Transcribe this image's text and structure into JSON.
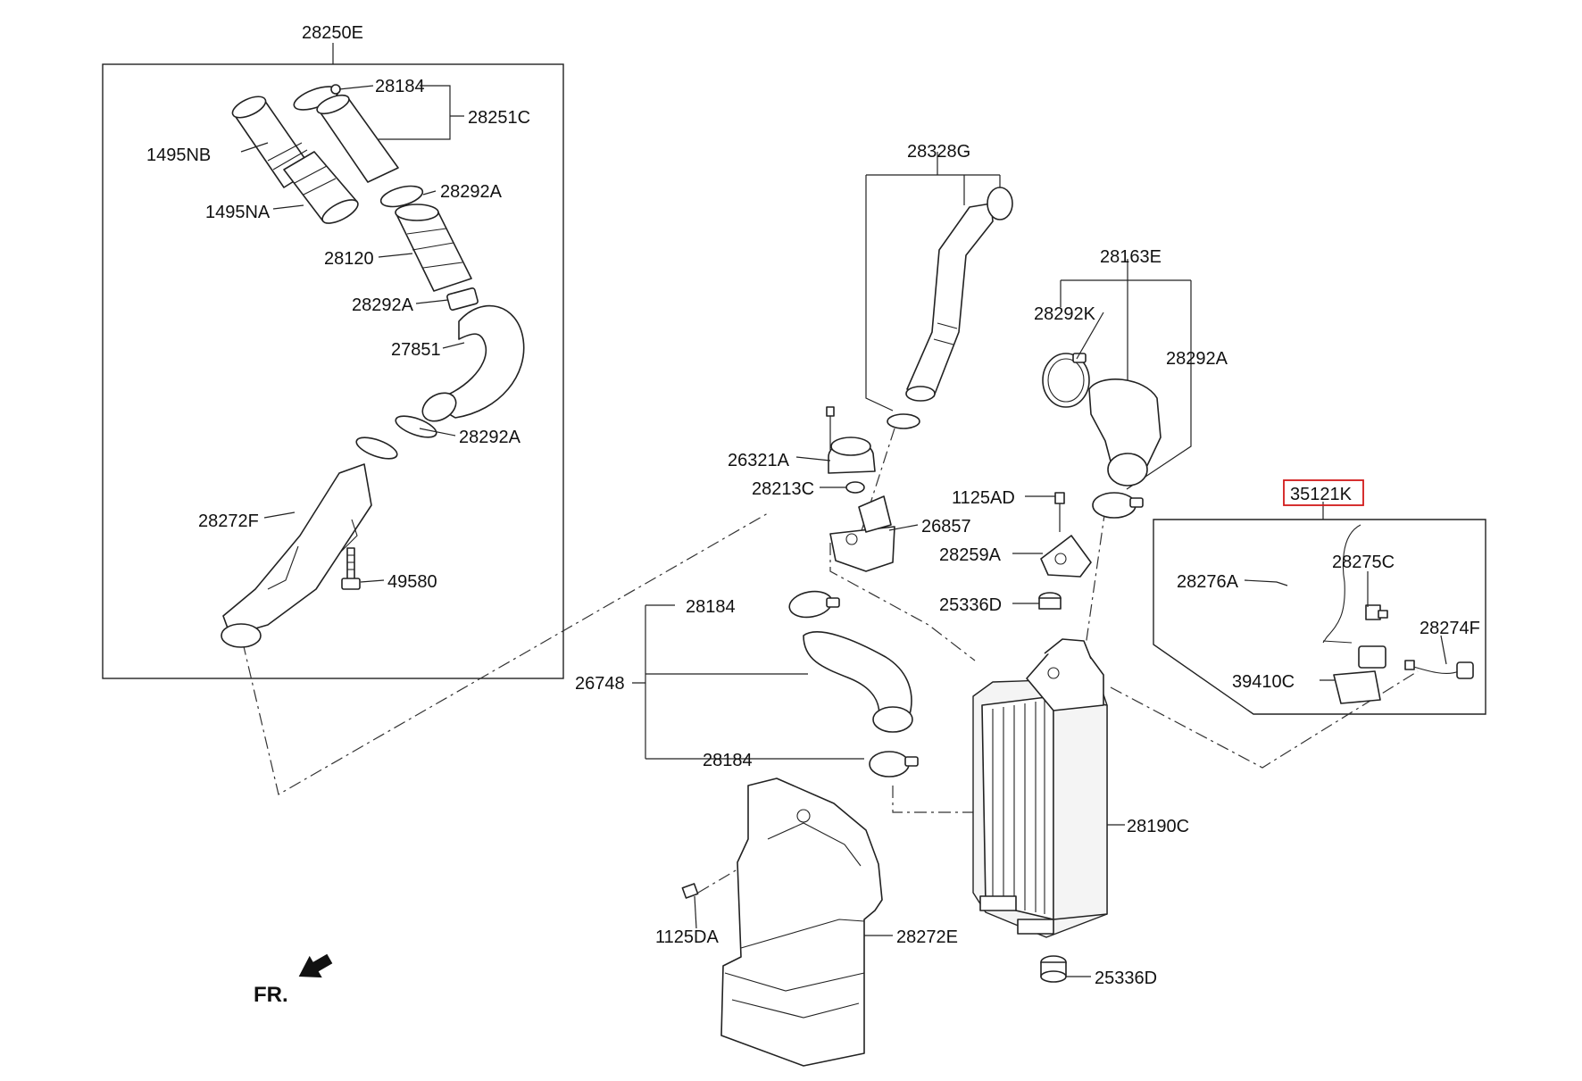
{
  "labels": {
    "l_28250E": "28250E",
    "l_28184_top": "28184",
    "l_28251C": "28251C",
    "l_1495NB": "1495NB",
    "l_28292A_1": "28292A",
    "l_1495NA": "1495NA",
    "l_28120": "28120",
    "l_28292A_2": "28292A",
    "l_27851": "27851",
    "l_28292A_3": "28292A",
    "l_28272F": "28272F",
    "l_49580": "49580",
    "l_28328G": "28328G",
    "l_26321A": "26321A",
    "l_28213C": "28213C",
    "l_26857": "26857",
    "l_28163E": "28163E",
    "l_28292K": "28292K",
    "l_28292A_4": "28292A",
    "l_1125AD": "1125AD",
    "l_28259A": "28259A",
    "l_25336D_top": "25336D",
    "l_35121K": "35121K",
    "l_28276A": "28276A",
    "l_28275C": "28275C",
    "l_28274F": "28274F",
    "l_39410C": "39410C",
    "l_28184_mid": "28184",
    "l_26748": "26748",
    "l_28184_low": "28184",
    "l_28190C": "28190C",
    "l_1125DA": "1125DA",
    "l_28272E": "28272E",
    "l_25336D_bot": "25336D",
    "l_FR": "FR."
  },
  "colors": {
    "line": "#222222",
    "highlight_box": "#d21a1a",
    "background": "#ffffff"
  },
  "highlighted_part": "35121K"
}
